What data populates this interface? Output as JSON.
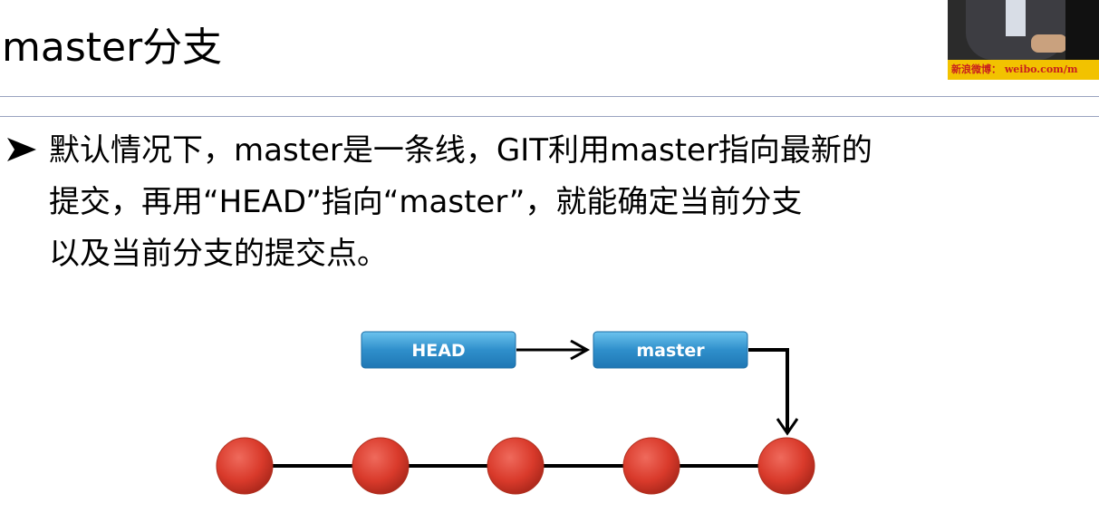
{
  "slide": {
    "title": "master分支",
    "bullet": "默认情况下，master是一条线，GIT利用master指向最新的\n提交，再用“HEAD”指向“master”，就能确定当前分支\n以及当前分支的提交点。"
  },
  "video_overlay": {
    "banner_text": "新浪微博： weibo.com/m"
  },
  "diagram": {
    "head_label": "HEAD",
    "master_label": "master",
    "commit_count": 5,
    "colors": {
      "box": "#2f8fcb",
      "node": "#d93a2b",
      "line": "#000000"
    }
  }
}
